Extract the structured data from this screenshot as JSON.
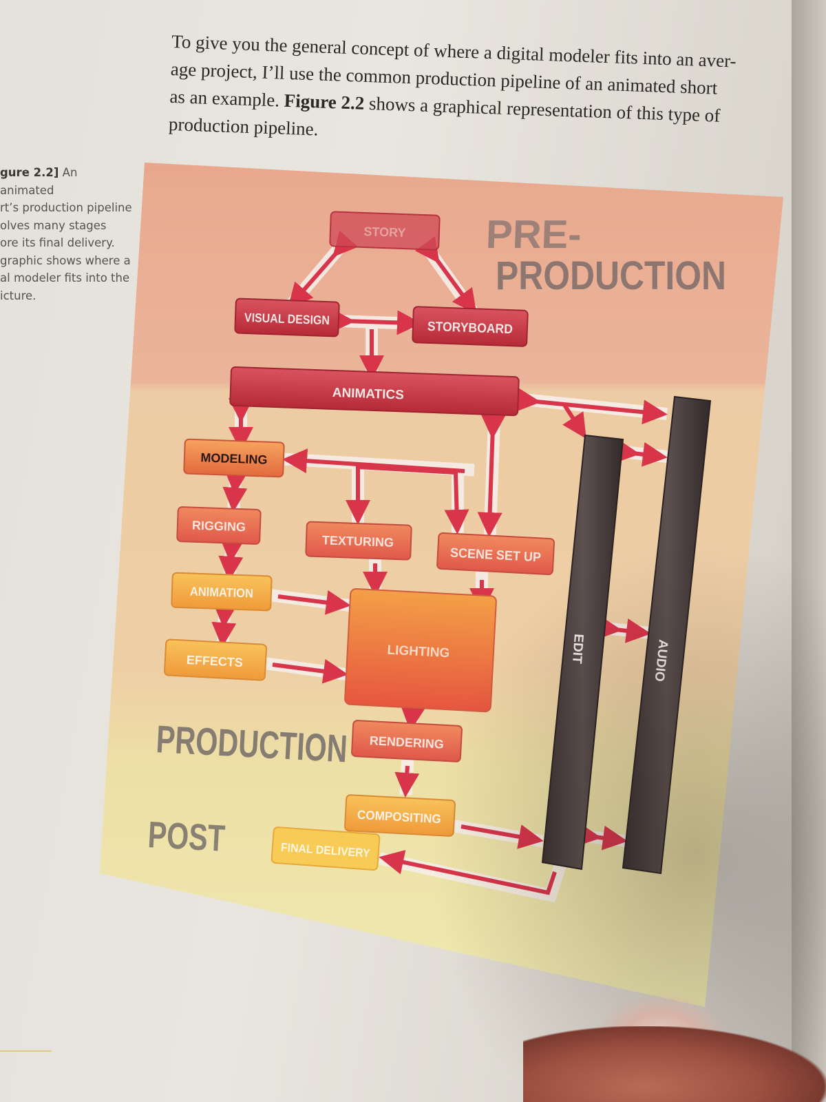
{
  "body_text": {
    "line1": "To give you the general concept of where a digital modeler fits into an aver-",
    "line2": "age project, I’ll use the common production pipeline of an animated short",
    "line3_pre": "as an example.",
    "line3_bold": "Figure 2.2",
    "line3_post": "shows a graphical representation of this type of",
    "line4": "production pipeline."
  },
  "caption": {
    "figure_number": "gure 2.2]",
    "text": "An animated\nrt’s production pipeline\nolves many stages\nore its final delivery.\n graphic shows where a\nal modeler fits into the\nicture."
  },
  "diagram": {
    "phases": {
      "pre_production_line1": "PRE-",
      "pre_production_line2": "PRODUCTION",
      "production": "PRODUCTION",
      "post": "POST"
    },
    "stages": {
      "story": "STORY",
      "visual_design": "VISUAL DESIGN",
      "storyboard": "STORYBOARD",
      "animatics": "ANIMATICS",
      "modeling": "MODELING",
      "rigging": "RIGGING",
      "texturing": "TEXTURING",
      "scene_set_up": "SCENE SET UP",
      "animation": "ANIMATION",
      "effects": "EFFECTS",
      "lighting": "LIGHTING",
      "rendering": "RENDERING",
      "compositing": "COMPOSITING",
      "final_delivery": "FINAL DELIVERY",
      "edit": "EDIT",
      "audio": "AUDIO"
    },
    "colors": {
      "pre_band": "#e8a98f",
      "production_band": "#edc9a2",
      "post_band": "#ebe0a8",
      "red_box": "#c63a44",
      "orange_box": "#ee8a4a",
      "yellow_box": "#f3b44a",
      "arrow": "#d8344a",
      "bar": "#4a3f3f"
    }
  }
}
